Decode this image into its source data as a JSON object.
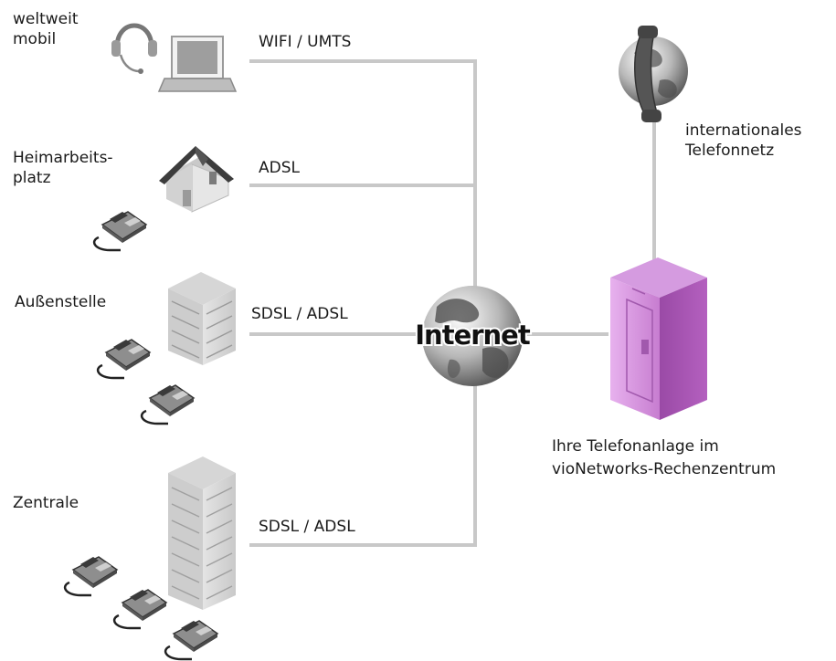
{
  "sites": {
    "mobile": {
      "name_line1": "weltweit",
      "name_line2": "mobil",
      "connection": "WIFI / UMTS"
    },
    "home": {
      "name_line1": "Heimarbeits-",
      "name_line2": "platz",
      "connection": "ADSL"
    },
    "branch": {
      "name": "Außenstelle",
      "connection": "SDSL / ADSL"
    },
    "hq": {
      "name": "Zentrale",
      "connection": "SDSL / ADSL"
    }
  },
  "internet": {
    "label": "Internet"
  },
  "pstn": {
    "label_line1": "internationales",
    "label_line2": "Telefonnetz"
  },
  "pbx": {
    "caption_line1": "Ihre Telefonanlage im",
    "caption_line2": "vioNetworks-Rechenzentrum"
  },
  "colors": {
    "line": "#c8c8c8",
    "server": "#c77dd0",
    "text": "#1a1a1a"
  }
}
